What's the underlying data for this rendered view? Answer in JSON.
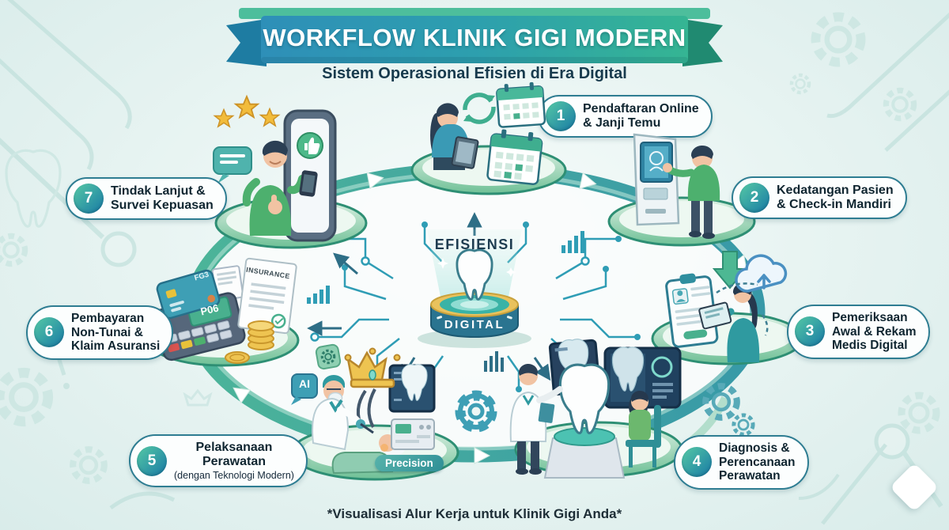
{
  "header": {
    "title": "WORKFLOW KLINIK GIGI MODERN",
    "subtitle": "Sistem Operasional Efisien di Era Digital"
  },
  "center": {
    "efficiency_label": "EFISIENSI",
    "digital_label": "DIGITAL",
    "icon": "tooth-icon"
  },
  "steps": [
    {
      "number": "1",
      "label": "Pendaftaran Online\n& Janji Temu"
    },
    {
      "number": "2",
      "label": "Kedatangan Pasien\n& Check-in Mandiri"
    },
    {
      "number": "3",
      "label": "Pemeriksaan\nAwal & Rekam\nMedis Digital"
    },
    {
      "number": "4",
      "label": "Diagnosis &\nPerencanaan\nPerawatan"
    },
    {
      "number": "5",
      "label": "Pelaksanaan\nPerawatan",
      "sublabel": "(dengan Teknologi Modern)"
    },
    {
      "number": "6",
      "label": "Pembayaran\nNon-Tunai &\nKlaim Asuransi"
    },
    {
      "number": "7",
      "label": "Tindak Lanjut &\nSurvei Kepuasan"
    }
  ],
  "badges": {
    "precision": "Precision",
    "ai": "AI",
    "insurance": "INSURANCE",
    "pos_screen": "P06",
    "card_code": "FG3"
  },
  "footer": {
    "note": "*Visualisasi Alur Kerja untuk Klinik Gigi Anda*"
  },
  "colors": {
    "ribbon_blue": "#2e8fb8",
    "ribbon_green": "#35b593",
    "ring_teal": "#3aa596",
    "accent_teal": "#2f9db5",
    "dark_navy": "#173a4d",
    "pill_border": "#2e7d92",
    "platform_green": "#6fc096",
    "gold": "#e9c25d"
  }
}
